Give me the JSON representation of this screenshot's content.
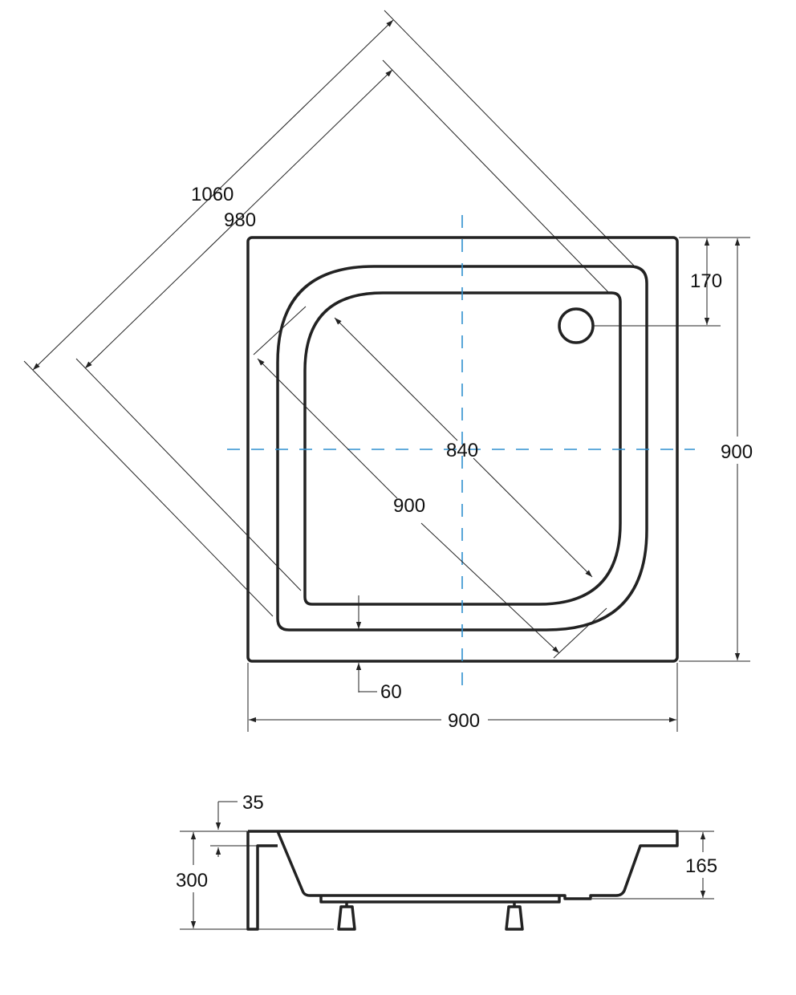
{
  "colors": {
    "outline": "#222222",
    "centerline": "#2f8fcf",
    "background": "#ffffff"
  },
  "plan_view": {
    "diagonal_outer_label": "1060",
    "diagonal_inner_label": "980",
    "corner_depth_label": "170",
    "height_label": "900",
    "inner_radius_label": "840",
    "basin_diagonal_label": "900",
    "rim_label": "60",
    "width_label": "900"
  },
  "side_view": {
    "rim_thickness_label": "35",
    "total_height_label": "300",
    "tray_depth_label": "165"
  }
}
